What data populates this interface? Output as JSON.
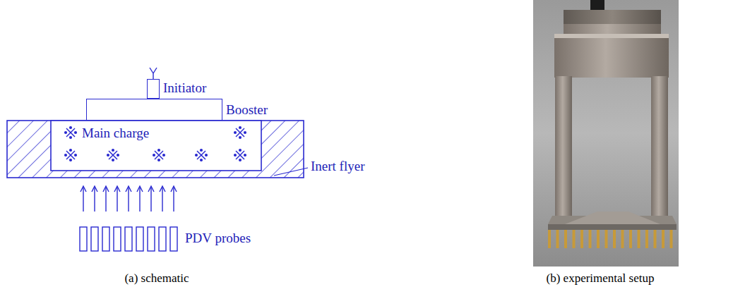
{
  "diagram": {
    "nodes": [
      {
        "text": [
          "Initiator"
        ]
      },
      {
        "text": [
          "Booster"
        ]
      },
      {
        "text": [
          "Main charge"
        ]
      }
    ],
    "labels": [
      "Inert flyer",
      "PDV probes",
      "(a) schematic",
      "(b) experimental setup"
    ]
  }
}
